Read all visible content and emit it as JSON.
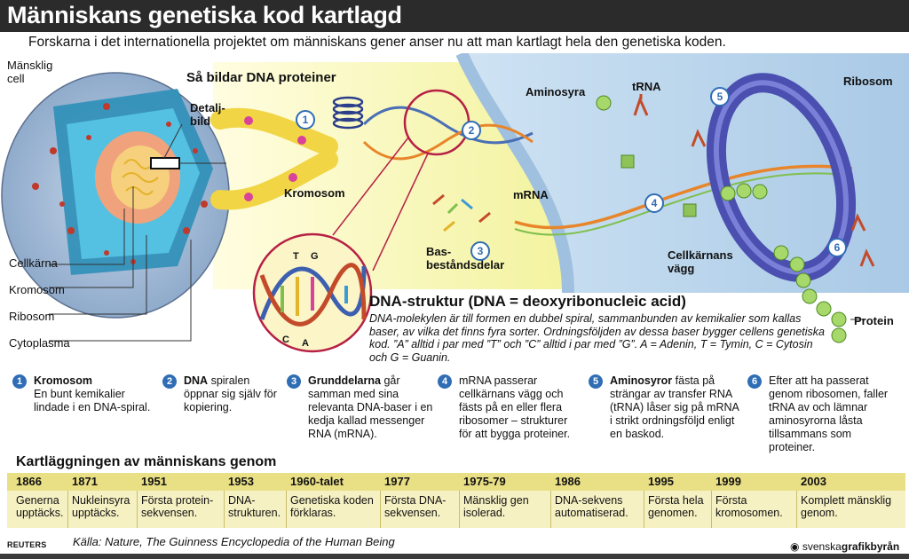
{
  "title": "Människans genetiska kod kartlagd",
  "subtitle": "Forskarna i det internationella projektet om människans gener anser nu att man kartlagt hela den genetiska koden.",
  "illustration": {
    "heading": "Så bildar DNA proteiner",
    "labels": {
      "cell": "Mänsklig\ncell",
      "detail": "Detalj-\nbild",
      "chromosome": "Kromosom",
      "bases": "Bas-\nbeståndsdelar",
      "mrna": "mRNA",
      "amino": "Aminosyra",
      "trna": "tRNA",
      "ribosome": "Ribosom",
      "nucleus_wall": "Cellkärnans\nvägg",
      "protein": "Protein",
      "nucleus": "Cellkärna",
      "chromosome_cell": "Kromosom",
      "ribosome_cell": "Ribosom",
      "cytoplasm": "Cytoplasma",
      "t": "T",
      "g": "G",
      "c": "C",
      "a": "A"
    },
    "badges": [
      "1",
      "2",
      "3",
      "4",
      "5",
      "6"
    ]
  },
  "dna_structure": {
    "heading": "DNA-struktur (DNA = deoxyribonucleic acid)",
    "body": "DNA-molekylen är till formen en dubbel spiral, sammanbunden av kemikalier som kallas baser, av vilka det finns fyra sorter. Ordningsföljden av dessa baser bygger cellens genetiska kod. ”A” alltid i par med ”T” och ”C” alltid i par med ”G”. A = Adenin, T = Tymin, C = Cytosin och G = Guanin."
  },
  "steps": [
    {
      "num": "1",
      "bold": "Kromosom",
      "text": "En bunt kemikalier lindade i en DNA-spiral."
    },
    {
      "num": "2",
      "bold": "DNA",
      "text": "spiralen öppnar sig själv för kopiering."
    },
    {
      "num": "3",
      "bold": "Grunddelarna",
      "text": "går samman med sina relevanta DNA-baser i en kedja kallad messenger RNA (mRNA)."
    },
    {
      "num": "4",
      "bold": "",
      "text": "mRNA passerar cellkärnans vägg och fästs på en eller flera ribosomer – strukturer för att bygga proteiner."
    },
    {
      "num": "5",
      "bold": "Aminosyror",
      "text": "fästa på strängar av transfer RNA (tRNA) låser sig på mRNA i strikt ordningsföljd enligt en baskod."
    },
    {
      "num": "6",
      "bold": "",
      "text": "Efter att ha passerat genom ribosomen, faller tRNA av och lämnar aminosyrorna låsta tillsammans som proteiner."
    }
  ],
  "timeline": {
    "title": "Kartläggningen av människans genom",
    "items": [
      {
        "year": "1866",
        "text": "Generna upptäcks."
      },
      {
        "year": "1871",
        "text": "Nukleinsyra upptäcks."
      },
      {
        "year": "1951",
        "text": "Första protein-sekvensen."
      },
      {
        "year": "1953",
        "text": "DNA-strukturen."
      },
      {
        "year": "1960-talet",
        "text": "Genetiska koden förklaras."
      },
      {
        "year": "1977",
        "text": "Första DNA-sekvensen."
      },
      {
        "year": "1975-79",
        "text": "Mänsklig gen isolerad."
      },
      {
        "year": "1986",
        "text": "DNA-sekvens automatiserad."
      },
      {
        "year": "1995",
        "text": "Första hela genomen."
      },
      {
        "year": "1999",
        "text": "Första kromosomen."
      },
      {
        "year": "2003",
        "text": "Komplett mänsklig genom."
      }
    ]
  },
  "footer": {
    "agency": "REUTERS",
    "source": "Källa: Nature, The Guinness Encyclopedia of the Human Being",
    "logo_light": "svenska",
    "logo_bold": "grafikbyrån"
  },
  "colors": {
    "title_bar": "#2b2b2b",
    "accent_blue": "#2f6db5",
    "timeline_bg": "#f6f1c3",
    "timeline_year_bg": "#e9df85"
  }
}
